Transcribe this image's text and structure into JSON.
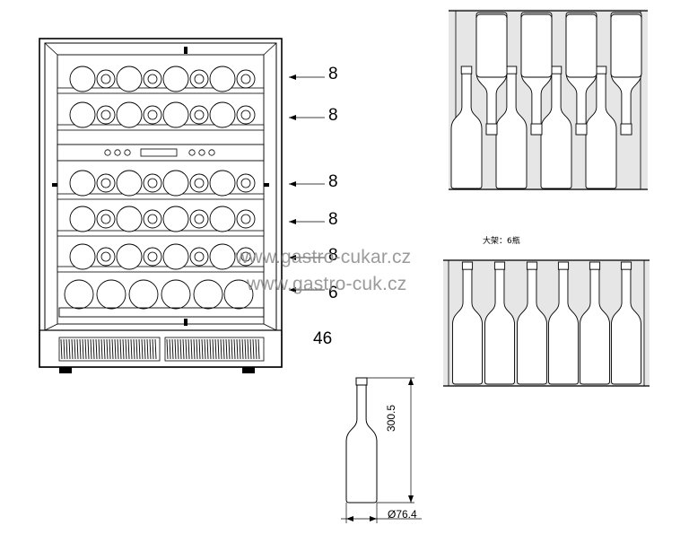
{
  "shelf_capacities": [
    "8",
    "8",
    "8",
    "8",
    "8",
    "6"
  ],
  "total_capacity": "46",
  "watermarks": [
    "www.gastro-cukar.cz",
    "www.gastro-cuk.cz"
  ],
  "large_rack_label": "大架：6瓶",
  "bottle_height": "300.5",
  "bottle_diameter": "Ø76.4",
  "colors": {
    "line": "#000000",
    "panel": "#e6e6e6",
    "watermark": "#8a8a8a"
  }
}
